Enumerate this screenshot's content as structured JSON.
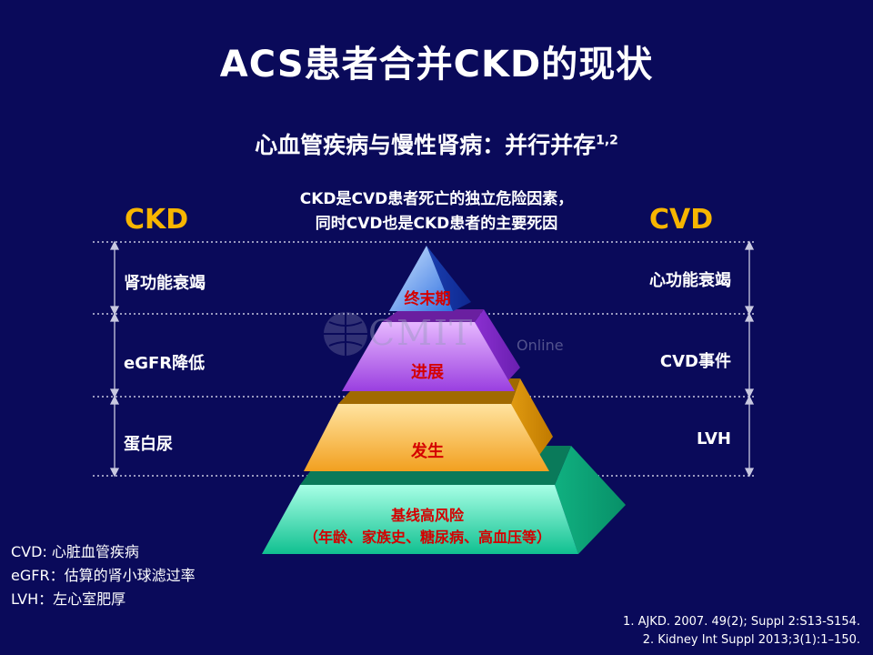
{
  "title": "ACS患者合并CKD的现状",
  "subtitle": {
    "text": "心血管疾病与慢性肾病：并行并存",
    "sup": "1,2"
  },
  "note": {
    "line1": "CKD是CVD患者死亡的独立危险因素，",
    "line2": "同时CVD也是CKD患者的主要死因"
  },
  "left": {
    "header": "CKD",
    "items": [
      "肾功能衰竭",
      "eGFR降低",
      "蛋白尿"
    ]
  },
  "right": {
    "header": "CVD",
    "items": [
      "心功能衰竭",
      "CVD事件",
      "LVH"
    ]
  },
  "pyramid": {
    "tier1": "终末期",
    "tier2": "进展",
    "tier3": "发生",
    "tier4_line1": "基线高风险",
    "tier4_line2": "（年龄、家族史、糖尿病、高血压等）"
  },
  "abbreviations": [
    "CVD: 心脏血管疾病",
    "eGFR：估算的肾小球滤过率",
    "LVH：左心室肥厚"
  ],
  "references": [
    "1. AJKD. 2007. 49(2); Suppl 2:S13-S154.",
    "2. Kidney Int Suppl 2013;3(1):1–150."
  ],
  "watermark": {
    "text": "CMIT",
    "sub": "Online"
  },
  "colors": {
    "background": "#0a0a5a",
    "header_accent": "#f7b500",
    "tier_label": "#d40000",
    "tier1": "#3a8ee8",
    "tier2": "#c050f0",
    "tier3": "#f5b030",
    "tier4": "#18c8a0"
  }
}
